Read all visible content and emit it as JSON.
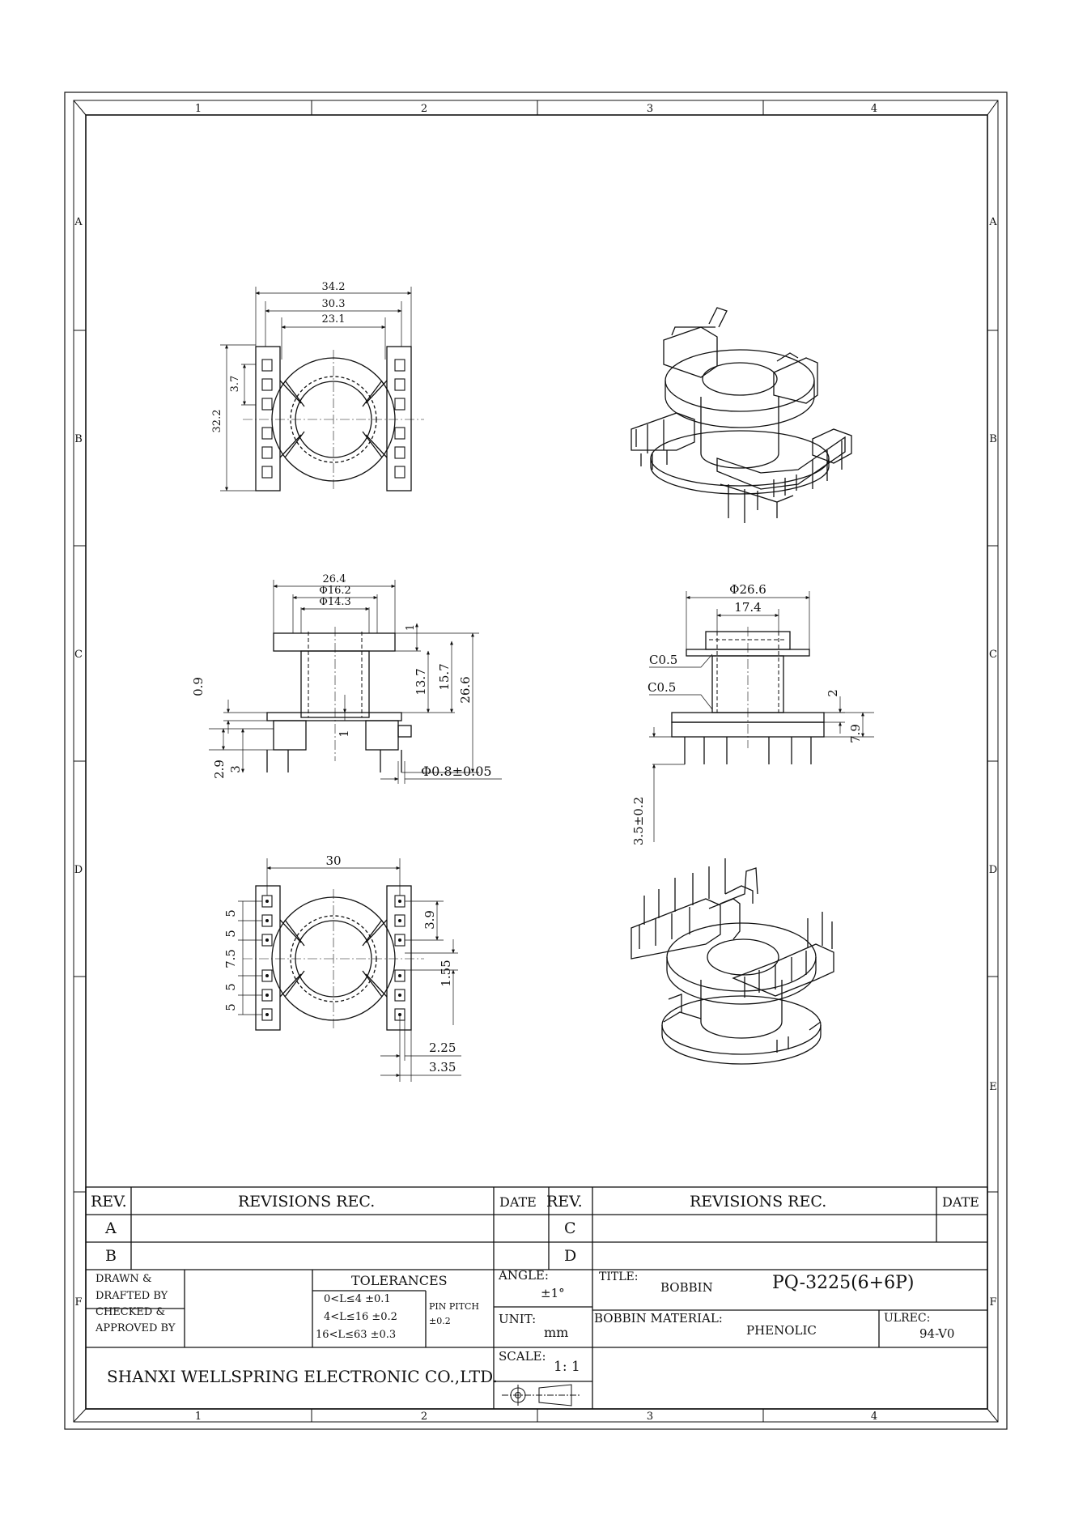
{
  "sheet": {
    "zone_columns": [
      "1",
      "2",
      "3",
      "4"
    ],
    "zone_rows": [
      "A",
      "B",
      "C",
      "D",
      "E",
      "F"
    ]
  },
  "views": {
    "top": {
      "dims": [
        "34.2",
        "30.3",
        "23.1",
        "3.7",
        "32.2"
      ]
    },
    "front": {
      "dims": [
        "26.4",
        "Φ16.2",
        "Φ14.3",
        "1",
        "13.7",
        "15.7",
        "26.6",
        "0.9",
        "1",
        "2.9",
        "3",
        "Φ0.8±0.05"
      ]
    },
    "side": {
      "dims": [
        "Φ26.6",
        "17.4",
        "C0.5",
        "C0.5",
        "2",
        "7.9",
        "3.5±0.2"
      ]
    },
    "bottom": {
      "dims": [
        "30",
        "5",
        "5",
        "7.5",
        "5",
        "5",
        "3.9",
        "1.55",
        "2.25",
        "3.35"
      ]
    }
  },
  "revisions": {
    "rev_header": "REV.",
    "rec_header": "REVISIONS REC.",
    "date_header": "DATE",
    "left_revs": [
      "A",
      "B"
    ],
    "right_revs": [
      "C",
      "D"
    ]
  },
  "title_block": {
    "drawn_label": "DRAWN  &",
    "drafted_label": "DRAFTED BY",
    "checked_label": "CHECKED  &",
    "approved_label": "APPROVED BY",
    "tolerances_header": "TOLERANCES",
    "tolerance_rows": [
      "0<L≤4  ±0.1",
      "4<L≤16 ±0.2",
      "16<L≤63 ±0.3"
    ],
    "pin_pitch_label": "PIN PITCH",
    "pin_pitch_value": "±0.2",
    "angle_label": "ANGLE:",
    "angle_value": "±1°",
    "unit_label": "UNIT:",
    "unit_value": "mm",
    "scale_label": "SCALE:",
    "scale_value": "1: 1",
    "title_label": "TITLE:",
    "title_value": "BOBBIN",
    "part_number": "PQ-3225(6+6P)",
    "material_label": "BOBBIN MATERIAL:",
    "material_value": "PHENOLIC",
    "ulrec_label": "ULREC:",
    "ulrec_value": "94-V0",
    "company": "SHANXI WELLSPRING ELECTRONIC CO.,LTD."
  }
}
